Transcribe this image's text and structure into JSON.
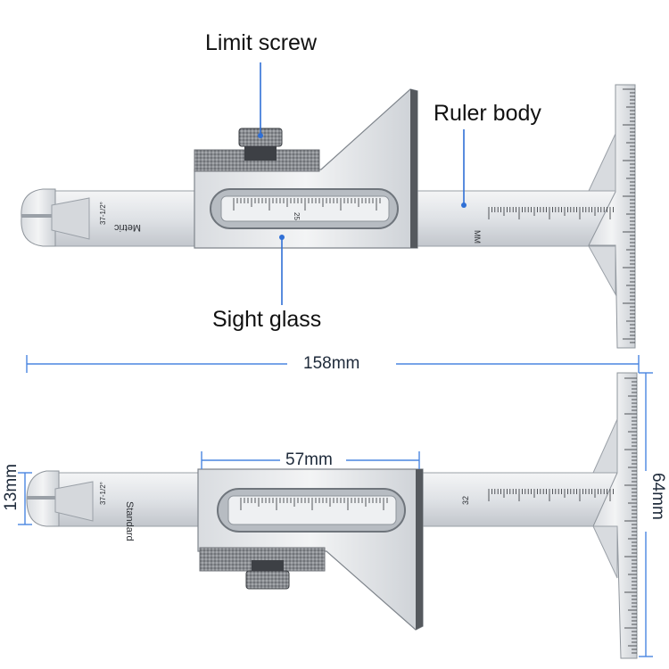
{
  "callouts": {
    "limit_screw": "Limit screw",
    "ruler_body": "Ruler body",
    "sight_glass": "Sight glass"
  },
  "dimensions": {
    "overall_length": "158mm",
    "body_width": "57mm",
    "head_height": "13mm",
    "blade_height": "64mm"
  },
  "engravings": {
    "top_scale_label": "Metric",
    "top_fraction": "37-1/2°",
    "top_unit": "MM",
    "top_window_mark": "25",
    "bottom_scale_label": "Standard",
    "bottom_fraction": "37-1/2°",
    "bottom_mark": "32"
  },
  "colors": {
    "leader_line": "#2f6fd6",
    "dimension_line": "#4a86e0",
    "steel_light": "#eef0f2",
    "steel_mid": "#cfd3d8",
    "steel_dark": "#8c9096"
  }
}
